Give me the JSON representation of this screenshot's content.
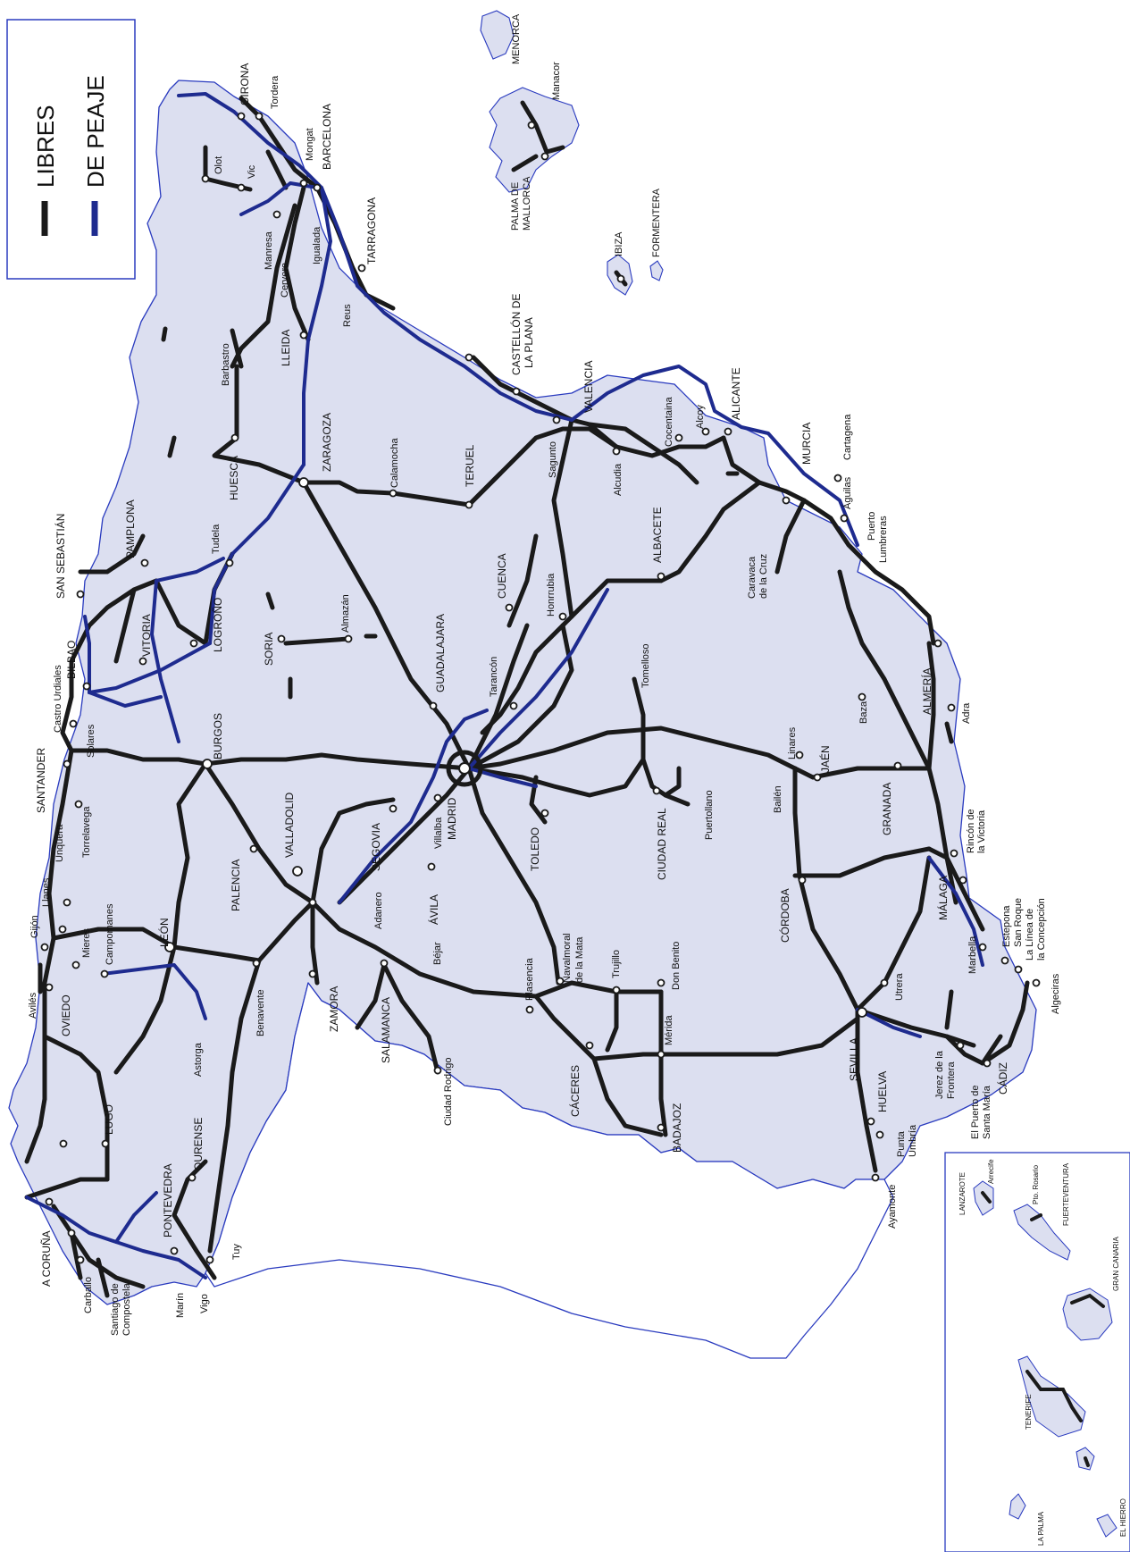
{
  "legend": {
    "free_label": "LIBRES",
    "toll_label": "DE PEAJE",
    "free_color": "#1a1a1a",
    "toll_color": "#1e2b8f"
  },
  "colors": {
    "land": "#dcdff0",
    "coast": "#2a3bbf",
    "free_road": "#1a1a1a",
    "toll_road": "#1e2b8f"
  },
  "islands": {
    "menorca": "MENORCA",
    "manacor": "Manacor",
    "palma": [
      "PALMA DE",
      "MALLORCA"
    ],
    "ibiza": "IBIZA",
    "formentera": "FORMENTERA"
  },
  "canarias": {
    "lanzarote": "LANZAROTE",
    "arrecife": "Arrecife",
    "pto_rosario": "Pto. Rosario",
    "fuerteventura": "FUERTEVENTURA",
    "gran_canaria": "GRAN CANARIA",
    "tenerife": "TENERIFE",
    "la_palma": "LA PALMA",
    "el_hierro": "EL HIERRO"
  },
  "cities": {
    "girona": "GIRONA",
    "tordera": "Tordera",
    "olot": "Olot",
    "vic": "Vic",
    "mongat": "Mongat",
    "barcelona": "BARCELONA",
    "manresa": "Manresa",
    "igualada": "Igualada",
    "cervera": "Cervera",
    "tarragona": "TARRAGONA",
    "reus": "Reus",
    "lleida": "LLEIDA",
    "barbastro": "Barbastro",
    "huesca": "HUESCA",
    "zaragoza": "ZARAGOZA",
    "calamocha": "Calamocha",
    "castellon": [
      "CASTELLÓN DE",
      "LA PLANA"
    ],
    "valencia": "VALENCIA",
    "sagunto": "Sagunto",
    "teruel": "TERUEL",
    "alcudia": "Alcudia",
    "cocentaina": "Cocentaina",
    "alcoy": "Alcoy",
    "alicante": "ALICANTE",
    "murcia": "MURCIA",
    "cartagena": "Cartagena",
    "aguilas": "Águilas",
    "puerto_lumbreras": [
      "Puerto",
      "Lumbreras"
    ],
    "caravaca": [
      "Caravaca",
      "de la Cruz"
    ],
    "albacete": "ALBACETE",
    "honrrubia": "Honrrubia",
    "cuenca": "CUENCA",
    "tarancon": "Tarancón",
    "guadalajara": "GUADALAJARA",
    "tudela": "Tudela",
    "pamplona": "PAMPLONA",
    "san_sebastian": "SAN SEBASTIÁN",
    "vitoria": "VITORIA",
    "logrono": "LOGROÑO",
    "bilbao": "BILBAO",
    "castro_urdiales": "Castro Urdiales",
    "solares": "Solares",
    "santander": "SANTANDER",
    "torrelavega": "Torrelavega",
    "unquera": "Unquera",
    "llanes": "Llanes",
    "gijon": "Gijón",
    "aviles": "Avilés",
    "oviedo": "OVIEDO",
    "mieres": "Mieres",
    "campomanes": "Campomanes",
    "leon": "LEÓN",
    "burgos": "BURGOS",
    "soria": "SORIA",
    "almazan": "Almazán",
    "palencia": "PALENCIA",
    "valladolid": "VALLADOLID",
    "segovia": "SEGOVIA",
    "villalba": "Villalba",
    "madrid": "MADRID",
    "toledo": "TOLEDO",
    "tomelloso": "Tomelloso",
    "ciudad_real": "CIUDAD REAL",
    "puertollano": "Puertollano",
    "adanero": "Adanero",
    "avila": "ÁVILA",
    "salamanca": "SALAMANCA",
    "zamora": "ZAMORA",
    "benavente": "Benavente",
    "astorga": "Astorga",
    "bejar": "Béjar",
    "ciudad_rodrigo": "Ciudad Rodrigo",
    "plasencia": "Plasencia",
    "navalmoral": [
      "Navalmoral",
      "de la Mata"
    ],
    "trujillo": "Trujillo",
    "don_benito": "Don Benito",
    "merida": "Mérida",
    "caceres": "CÁCERES",
    "badajoz": "BADAJOZ",
    "lugo": "LUGO",
    "ourense": "OURENSE",
    "pontevedra": "PONTEVEDRA",
    "tuy": "Tuy",
    "vigo": "Vigo",
    "marin": "Marín",
    "santiago": [
      "Santiago de",
      "Compostela"
    ],
    "carballo": "Carballo",
    "a_coruna": "A CORUÑA",
    "linares": "Linares",
    "jaen": "JAÉN",
    "bailen": "Bailén",
    "cordoba": "CÓRDOBA",
    "granada": "GRANADA",
    "baza": "Baza",
    "almeria": "ALMERÍA",
    "adra": "Adra",
    "rincon": [
      "Rincón de",
      "la Victoria"
    ],
    "malaga": "MÁLAGA",
    "marbella": "Marbella",
    "estepona": "Estepona",
    "san_roque": "San Roque",
    "la_linea": [
      "La Línea de",
      "la Concepción"
    ],
    "algeciras": "Algeciras",
    "sevilla": "SEVILLA",
    "utrera": "Utrera",
    "jerez": [
      "Jerez de la",
      "Frontera"
    ],
    "puerto_santa_maria": [
      "El Puerto de",
      "Santa María"
    ],
    "cadiz": "CÁDIZ",
    "huelva": "HUELVA",
    "punta_umbria": [
      "Punta",
      "Umbría"
    ],
    "ayamonte": "Ayamonte"
  }
}
